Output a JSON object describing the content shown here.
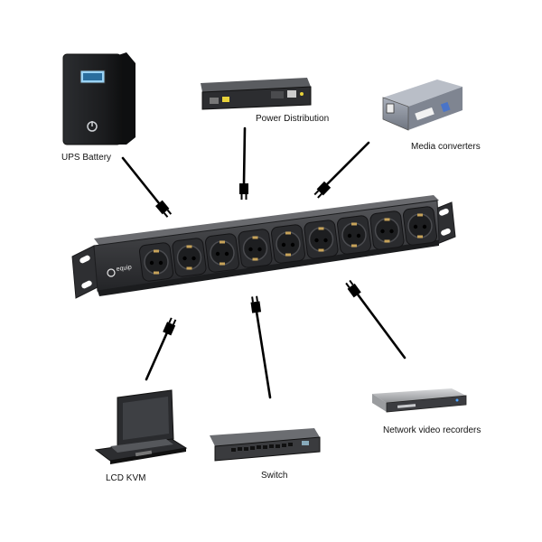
{
  "hub": {
    "name": "19-inch power distribution strip",
    "brand_logo": "equip",
    "socket_count": 9
  },
  "devices": [
    {
      "id": "ups",
      "label": "UPS Battery",
      "icon": "ups-icon"
    },
    {
      "id": "pdu",
      "label": "Power Distribution",
      "icon": "rack-pdu-icon"
    },
    {
      "id": "media",
      "label": "Media converters",
      "icon": "media-converter-icon"
    },
    {
      "id": "kvm",
      "label": "LCD KVM",
      "icon": "lcd-kvm-icon"
    },
    {
      "id": "switch",
      "label": "Switch",
      "icon": "network-switch-icon"
    },
    {
      "id": "nvr",
      "label": "Network video recorders",
      "icon": "nvr-icon"
    }
  ],
  "colors": {
    "strip_body": "#3a3b3e",
    "socket_face": "#2a2b2e",
    "cable": "#000000",
    "label_text": "#111111"
  }
}
